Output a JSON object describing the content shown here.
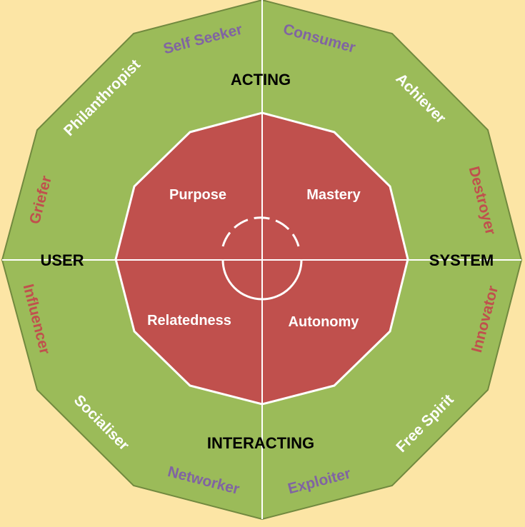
{
  "colors": {
    "background": "#fce5a5",
    "outer_fill": "#9bbb59",
    "outer_stroke": "#71893f",
    "inner_fill": "#c0504d",
    "line": "#ffffff",
    "axis_text": "#000000",
    "white_text": "#ffffff",
    "purple_text": "#8064a2",
    "red_text": "#c0504d"
  },
  "axes": {
    "top": "ACTING",
    "bottom": "INTERACTING",
    "left": "USER",
    "right": "SYSTEM"
  },
  "quadrants": {
    "top_left": "Purpose",
    "top_right": "Mastery",
    "bottom_left": "Relatedness",
    "bottom_right": "Autonomy"
  },
  "user_types": [
    {
      "name": "Self Seeker",
      "color": "purple"
    },
    {
      "name": "Consumer",
      "color": "purple"
    },
    {
      "name": "Philanthropist",
      "color": "white"
    },
    {
      "name": "Achiever",
      "color": "white"
    },
    {
      "name": "Griefer",
      "color": "red"
    },
    {
      "name": "Destroyer",
      "color": "red"
    },
    {
      "name": "Influencer",
      "color": "red"
    },
    {
      "name": "Innovator",
      "color": "red"
    },
    {
      "name": "Socialiser",
      "color": "white"
    },
    {
      "name": "Free Spirit",
      "color": "white"
    },
    {
      "name": "Networker",
      "color": "purple"
    },
    {
      "name": "Exploiter",
      "color": "purple"
    }
  ]
}
